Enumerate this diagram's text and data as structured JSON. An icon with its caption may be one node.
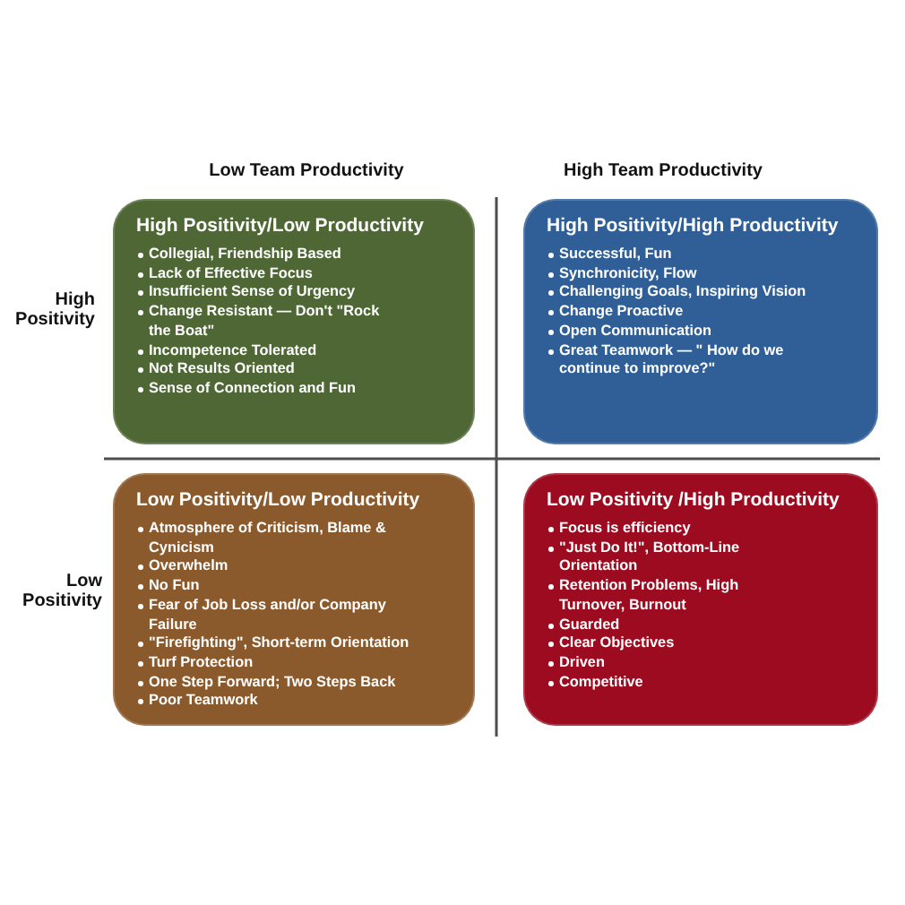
{
  "diagram": {
    "nodes": [
      {
        "text": [
          "High Positivity/Low Productivity",
          "Collegial, Friendship Based",
          "Lack of Effective Focus",
          "Insufficient Sense of Urgency",
          "Change Resistant — Don't \"Rock the Boat\"",
          "Incompetence Tolerated",
          "Not Results Oriented",
          "Sense of Connection and Fun"
        ]
      },
      {
        "text": [
          "High Positivity/High Productivity",
          "Successful, Fun",
          "Synchronicity, Flow",
          "Challenging Goals, Inspiring Vision",
          "Change Proactive",
          "Open Communication",
          "Great Teamwork — \" How do we continue to improve?\""
        ]
      },
      {
        "text": [
          "Low Positivity/Low Productivity",
          "Atmosphere of Criticism, Blame & Cynicism",
          "Overwhelm",
          "No Fun",
          "Fear of Job Loss and/or Company Failure",
          "\"Firefighting\", Short-term Orientation",
          "Turf Protection",
          "One Step Forward; Two Steps Back",
          "Poor Teamwork"
        ]
      },
      {
        "text": [
          "Low Positivity /High Productivity",
          "Focus is efficiency",
          "\"Just Do It!\", Bottom-Line Orientation",
          "Retention Problems, High Turnover, Burnout",
          "Guarded",
          "Clear Objectives",
          "Driven",
          "Competitive"
        ]
      }
    ],
    "labels": [
      "Low Team Productivity",
      "High Team Productivity",
      "High Positivity",
      "Low Positivity"
    ]
  }
}
